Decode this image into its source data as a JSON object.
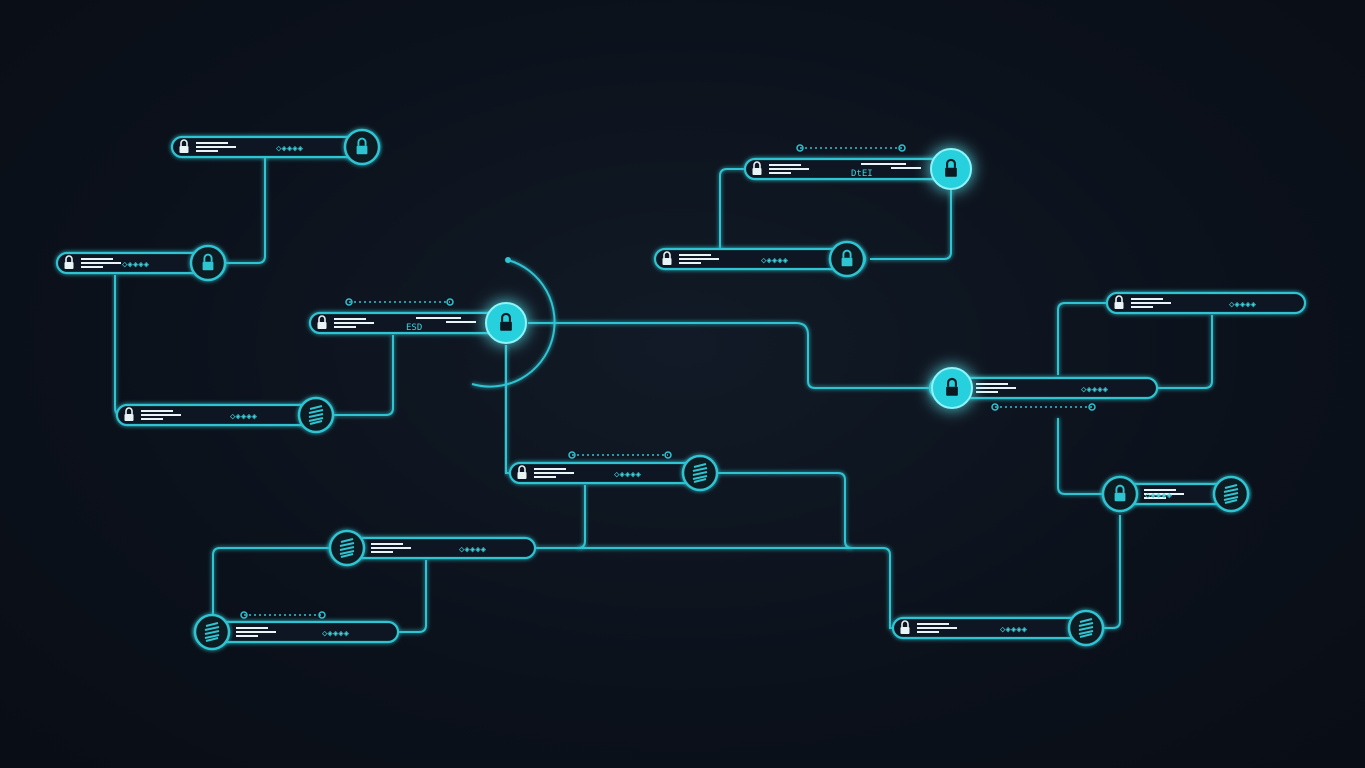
{
  "colors": {
    "line": "#2fc4d2",
    "glow": "#22e3f0",
    "fill": "#25d0dc",
    "bar": "#0d1722",
    "text": "#e8f4f6",
    "bg": "#0b101a"
  },
  "nodes": [
    {
      "id": "n1",
      "kind": "lock",
      "label": ""
    },
    {
      "id": "n2",
      "kind": "lock",
      "label": ""
    },
    {
      "id": "n3",
      "kind": "lock",
      "label": "ESD"
    },
    {
      "id": "n4",
      "kind": "chip",
      "label": ""
    },
    {
      "id": "n5",
      "kind": "chip",
      "label": ""
    },
    {
      "id": "n6",
      "kind": "chip",
      "label": ""
    },
    {
      "id": "n7",
      "kind": "chip",
      "label": ""
    },
    {
      "id": "n8",
      "kind": "lock",
      "label": "DtEI"
    },
    {
      "id": "n9",
      "kind": "lock",
      "label": ""
    },
    {
      "id": "n10",
      "kind": "lock",
      "label": ""
    },
    {
      "id": "n11",
      "kind": "lock",
      "label": ""
    },
    {
      "id": "n12",
      "kind": "lock",
      "label": ""
    },
    {
      "id": "n13",
      "kind": "chip",
      "label": ""
    }
  ]
}
